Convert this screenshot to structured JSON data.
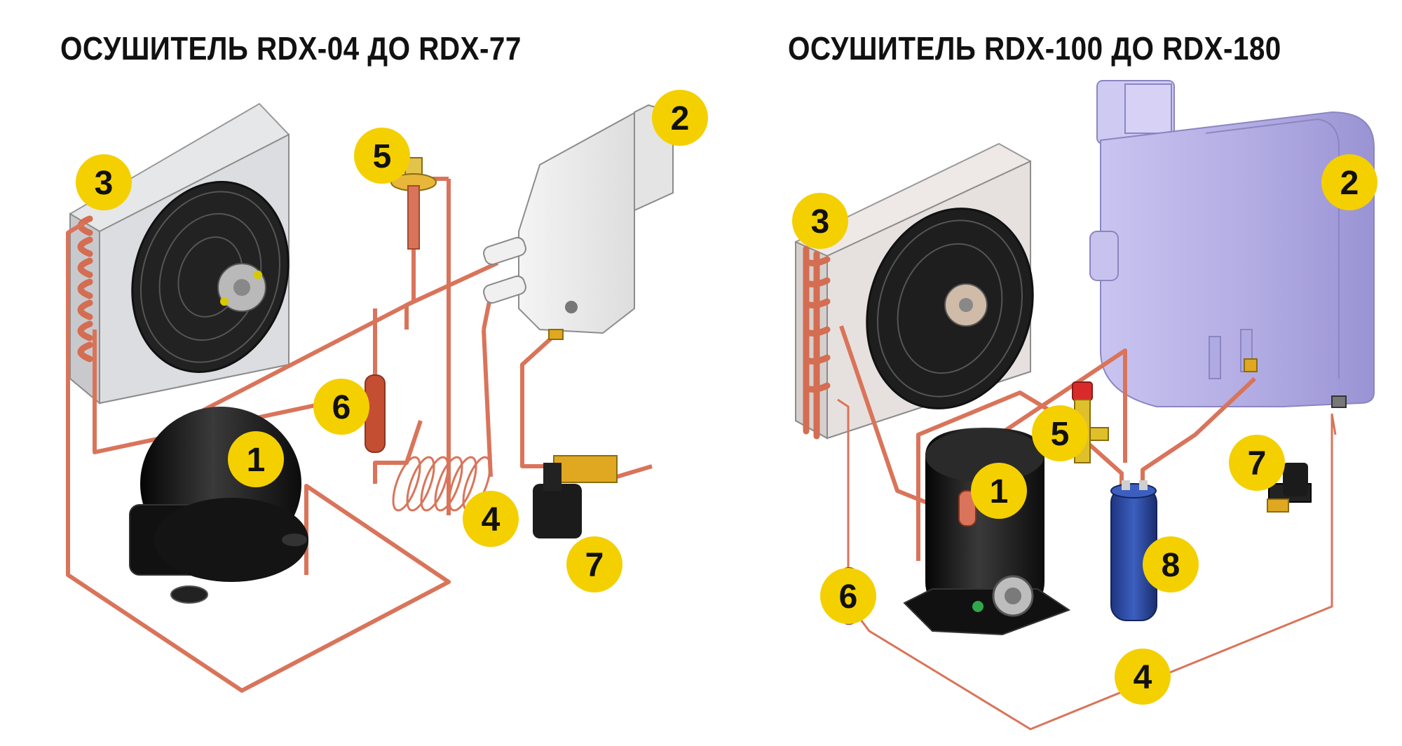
{
  "titles": {
    "left": "ОСУШИТЕЛЬ RDX-04 ДО RDX-77",
    "right": "ОСУШИТЕЛЬ RDX-100 ДО RDX-180"
  },
  "colors": {
    "badge": "#f4d000",
    "pipe": "#d9745a",
    "compressor": "#1a1a1a",
    "heat_exchanger_right": "#b8b3e6",
    "heat_exchanger_left": "#eeeeee",
    "receiver": "#2c4aa0",
    "valve_brass": "#e0a820",
    "condenser_frame": "#e9e9ea"
  },
  "icons": [
    "fan-icon",
    "compressor-icon",
    "heat-exchanger-icon",
    "solenoid-valve-icon",
    "receiver-icon",
    "filter-dryer-icon",
    "expansion-valve-icon",
    "capillary-coil-icon"
  ],
  "left_badges": [
    {
      "label": "1"
    },
    {
      "label": "2"
    },
    {
      "label": "3"
    },
    {
      "label": "4"
    },
    {
      "label": "5"
    },
    {
      "label": "6"
    },
    {
      "label": "7"
    }
  ],
  "right_badges": [
    {
      "label": "1"
    },
    {
      "label": "2"
    },
    {
      "label": "3"
    },
    {
      "label": "4"
    },
    {
      "label": "5"
    },
    {
      "label": "6"
    },
    {
      "label": "7"
    },
    {
      "label": "8"
    }
  ]
}
